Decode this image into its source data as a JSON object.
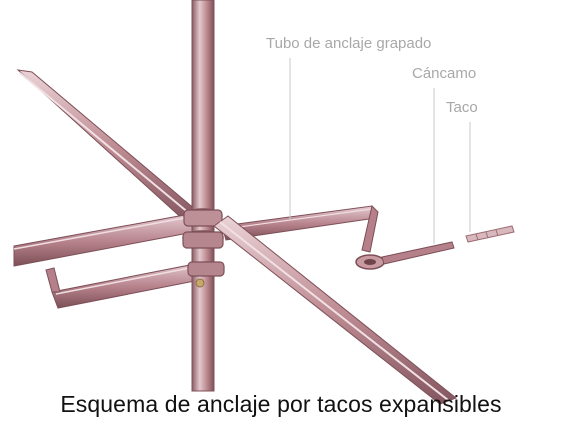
{
  "labels": {
    "tubo": "Tubo de anclaje grapado",
    "cancamo": "Cáncamo",
    "taco": "Taco"
  },
  "caption": "Esquema de anclaje por tacos expansibles",
  "colors": {
    "tube_fill": "#b9858c",
    "tube_highlight": "#e7cdd2",
    "tube_shadow": "#7e5058",
    "label_text": "#a8a8a8",
    "caption_text": "#111111"
  }
}
